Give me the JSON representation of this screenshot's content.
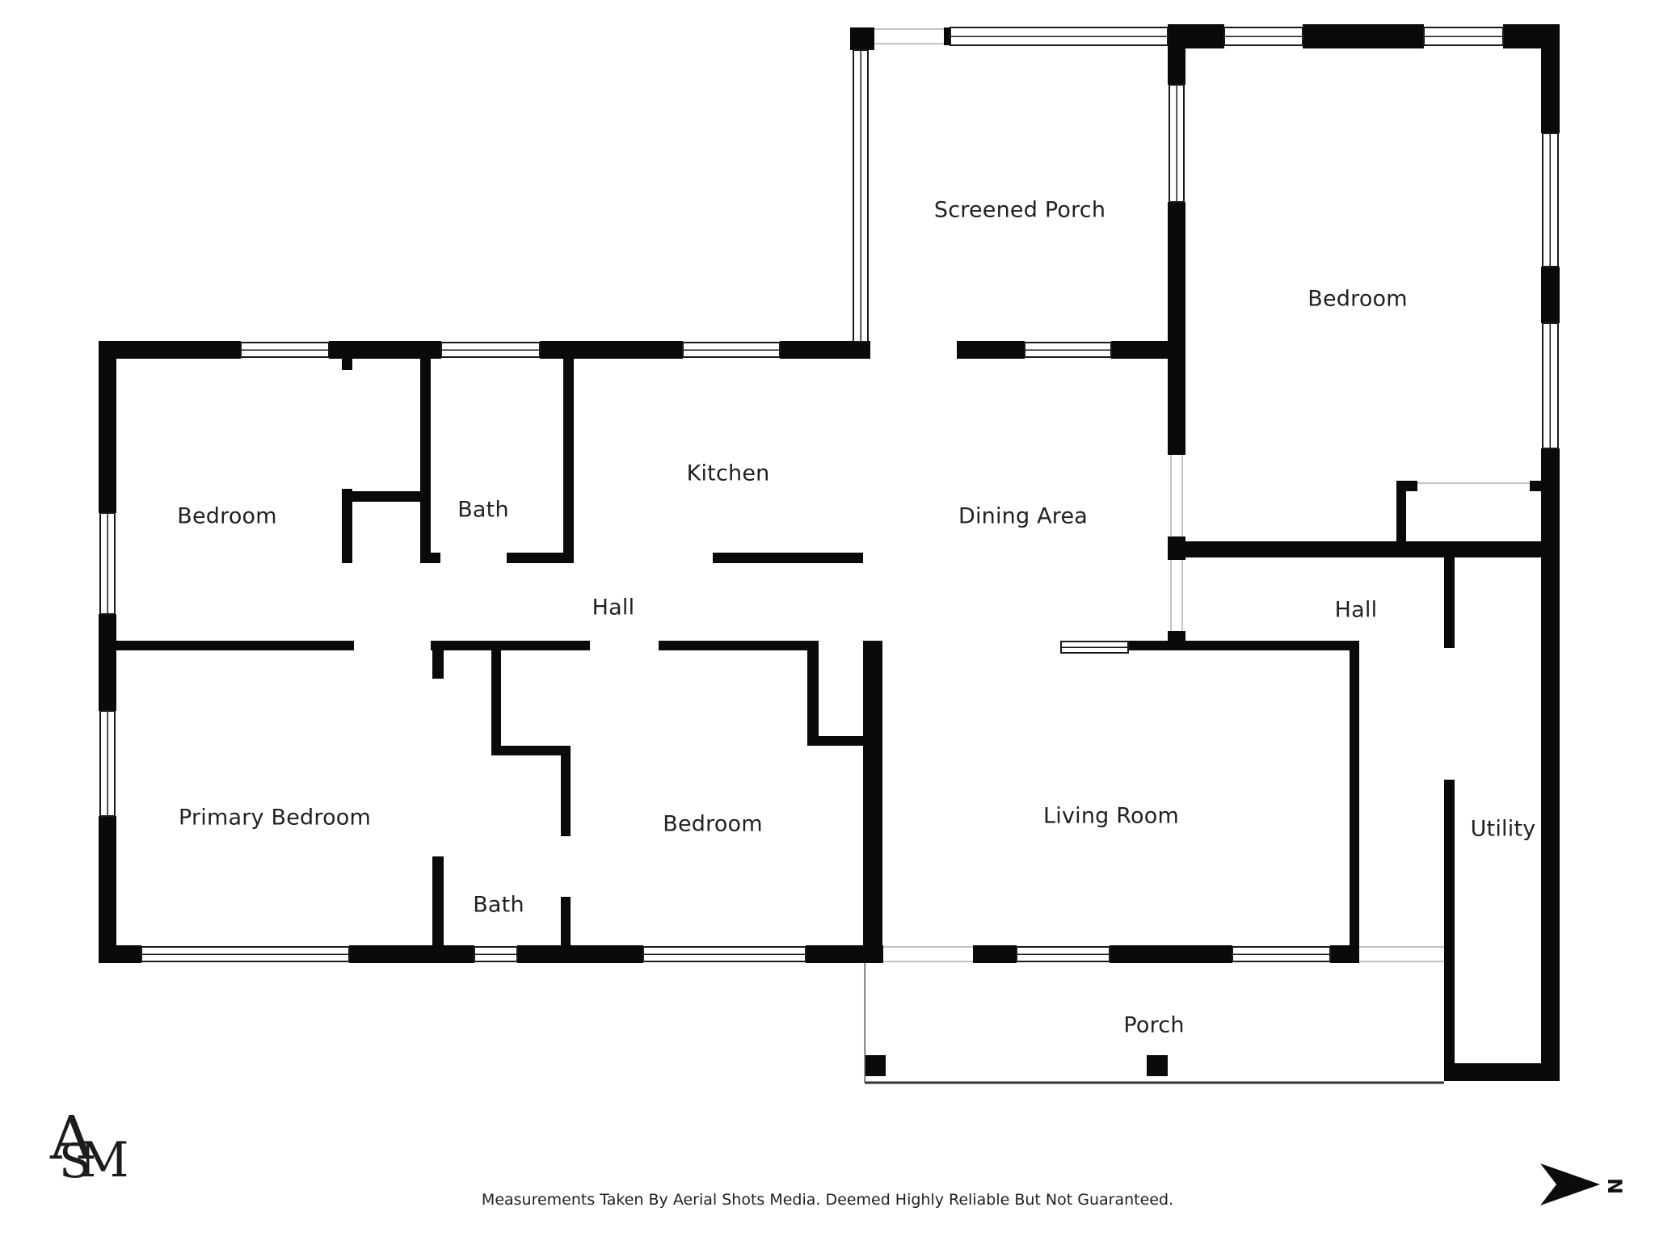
{
  "title": "Floor plan",
  "colors": {
    "wall": "#0a0a0a",
    "label_text": "#212121",
    "background": "#ffffff"
  },
  "rooms": [
    {
      "id": "screened-porch",
      "label": "Screened Porch"
    },
    {
      "id": "bedroom-top-right",
      "label": "Bedroom"
    },
    {
      "id": "bedroom-top-left",
      "label": "Bedroom"
    },
    {
      "id": "bath-top",
      "label": "Bath"
    },
    {
      "id": "kitchen",
      "label": "Kitchen"
    },
    {
      "id": "dining-area",
      "label": "Dining Area"
    },
    {
      "id": "hall-left",
      "label": "Hall"
    },
    {
      "id": "hall-right",
      "label": "Hall"
    },
    {
      "id": "primary-bedroom",
      "label": "Primary Bedroom"
    },
    {
      "id": "bath-bottom",
      "label": "Bath"
    },
    {
      "id": "bedroom-bottom",
      "label": "Bedroom"
    },
    {
      "id": "living-room",
      "label": "Living Room"
    },
    {
      "id": "utility",
      "label": "Utility"
    },
    {
      "id": "porch",
      "label": "Porch"
    }
  ],
  "logo": {
    "letter_a": "A",
    "letter_s": "S",
    "letter_m": "M"
  },
  "compass": {
    "label": "N"
  },
  "footer": {
    "disclaimer": "Measurements Taken By Aerial Shots Media. Deemed Highly Reliable But Not Guaranteed."
  }
}
